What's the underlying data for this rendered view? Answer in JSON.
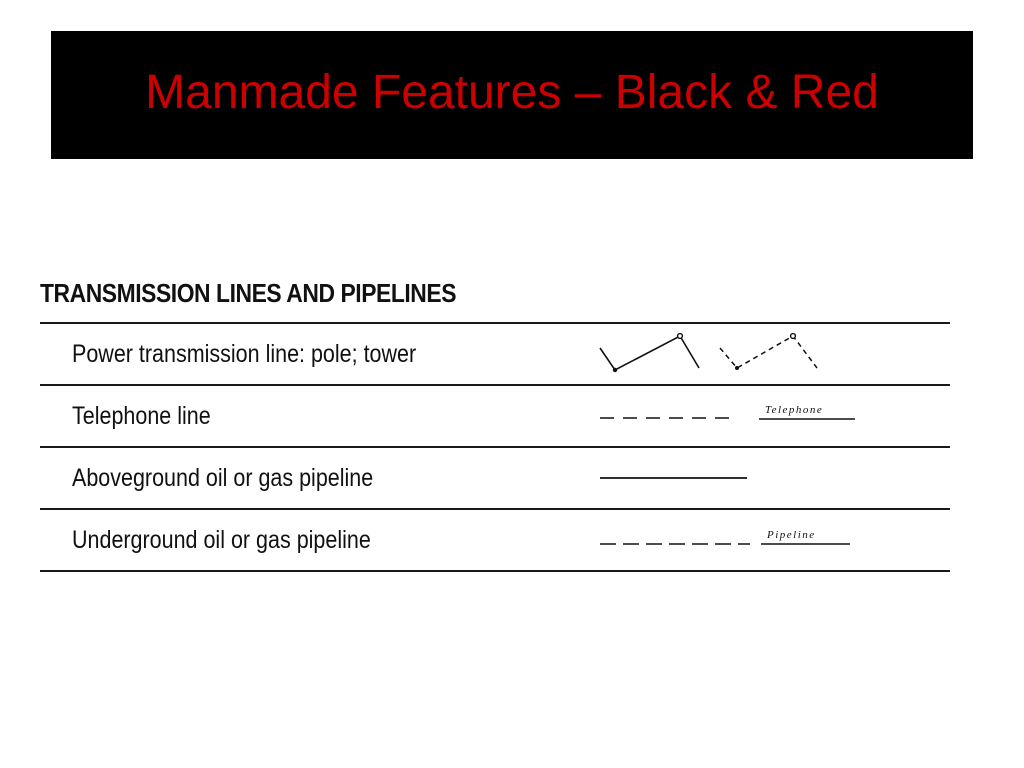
{
  "title": "Manmade Features – Black & Red",
  "colors": {
    "title_bar": "#000000",
    "title_text": "#cc0000",
    "ink": "#111111"
  },
  "legend": {
    "heading": "TRANSMISSION LINES AND PIPELINES",
    "rows": [
      {
        "label": "Power transmission line: pole; tower",
        "symbol": "power-line-symbol"
      },
      {
        "label": "Telephone line",
        "symbol": "telephone-line-symbol",
        "symbol_text": "Telephone"
      },
      {
        "label": "Aboveground oil or gas pipeline",
        "symbol": "aboveground-pipeline-symbol"
      },
      {
        "label": "Underground oil or gas pipeline",
        "symbol": "underground-pipeline-symbol",
        "symbol_text": "Pipeline"
      }
    ]
  }
}
